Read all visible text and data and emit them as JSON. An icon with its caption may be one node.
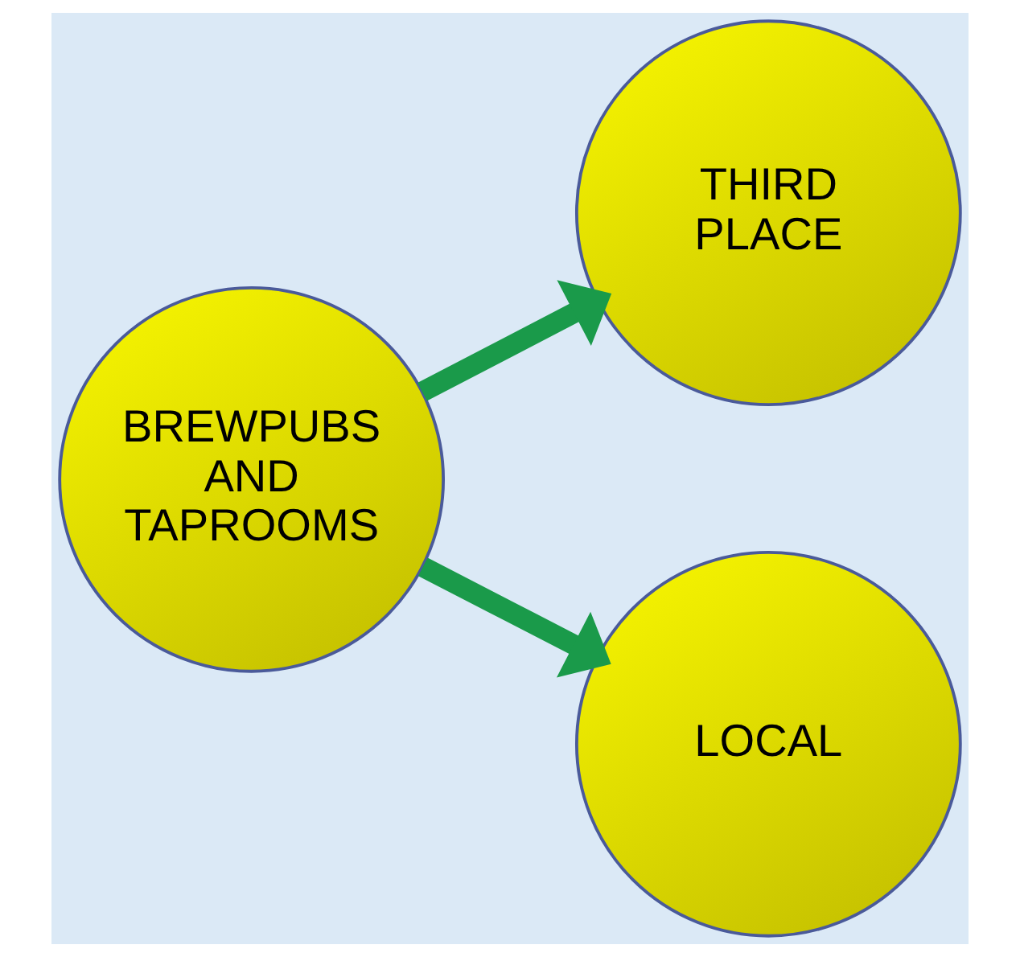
{
  "diagram": {
    "nodes": [
      {
        "text": [
          "BREWPUBS AND TAPROOMS"
        ]
      },
      {
        "text": [
          "THIRD PLACE"
        ]
      },
      {
        "text": [
          "LOCAL"
        ]
      }
    ],
    "edges": [
      {
        "from": 0,
        "to": 1,
        "arrow": "to"
      },
      {
        "from": 0,
        "to": 2,
        "arrow": "to"
      }
    ]
  }
}
